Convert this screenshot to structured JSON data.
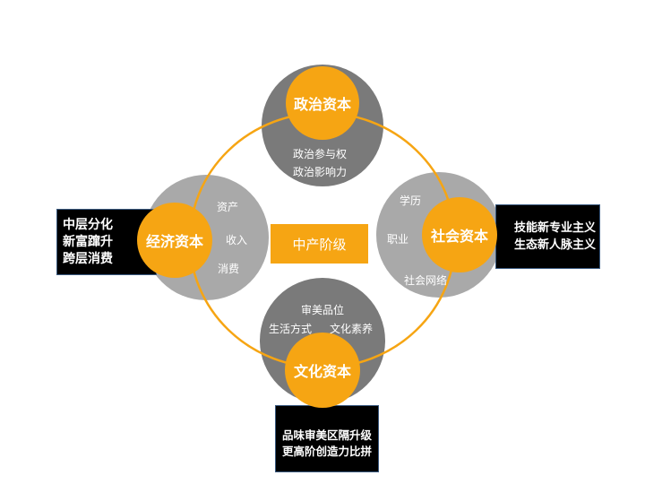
{
  "center": {
    "label": "中产阶级"
  },
  "political": {
    "title": "政治资本",
    "items": [
      "政治参与权",
      "政治影响力"
    ]
  },
  "economic": {
    "title": "经济资本",
    "items": [
      "资产",
      "收入",
      "消费"
    ],
    "box": [
      "中层分化",
      "新富蹿升",
      "跨层消费"
    ]
  },
  "social": {
    "title": "社会资本",
    "items": [
      "学历",
      "职业",
      "社会网络"
    ],
    "box": [
      "技能新专业主义",
      "生态新人脉主义"
    ]
  },
  "cultural": {
    "title": "文化资本",
    "items": [
      "审美品位",
      "生活方式",
      "文化素养"
    ],
    "box": [
      "品味审美区隔升级",
      "更高阶创造力比拼"
    ]
  },
  "colors": {
    "accent": "#f6a513",
    "dark_gray": "#7a7a7a",
    "light_gray": "#a9a9a9",
    "box": "#000000"
  }
}
